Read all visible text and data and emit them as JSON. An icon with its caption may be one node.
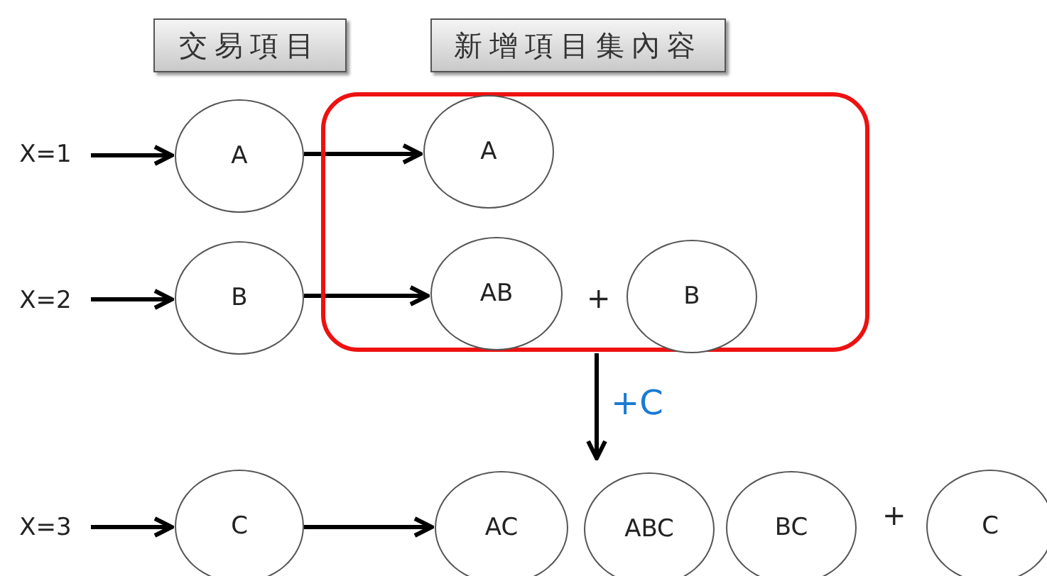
{
  "diagram": {
    "nodes": [
      {
        "text": [
          "交易項目"
        ]
      },
      {
        "text": [
          "新增項目集內容"
        ]
      },
      {
        "text": [
          "X=1"
        ]
      },
      {
        "text": [
          "A"
        ]
      },
      {
        "text": [],
        "shape": "box"
      },
      {
        "text": [
          "A"
        ],
        "in": 4
      },
      {
        "text": [
          "X=2"
        ]
      },
      {
        "text": [
          "B"
        ]
      },
      {
        "text": [
          "AB"
        ],
        "in": 4
      },
      {
        "text": [
          "B"
        ],
        "in": 4
      },
      {
        "text": [
          "X=3"
        ]
      },
      {
        "text": [
          "C"
        ]
      },
      {
        "text": [
          "AC"
        ]
      },
      {
        "text": [
          "ABC"
        ]
      },
      {
        "text": [
          "BC"
        ]
      },
      {
        "text": [
          "C"
        ]
      }
    ],
    "edges": [
      {
        "from": 2,
        "to": 3,
        "arrow": "to"
      },
      {
        "from": 3,
        "to": 5,
        "arrow": "to"
      },
      {
        "from": 6,
        "to": 7,
        "arrow": "to"
      },
      {
        "from": 7,
        "to": 8,
        "arrow": "to"
      },
      {
        "from": 4,
        "to": 13,
        "arrow": "to",
        "label": "+C"
      },
      {
        "from": 10,
        "to": 11,
        "arrow": "to"
      },
      {
        "from": 11,
        "to": 12,
        "arrow": "to"
      }
    ],
    "labels": [
      "+",
      "+"
    ]
  }
}
